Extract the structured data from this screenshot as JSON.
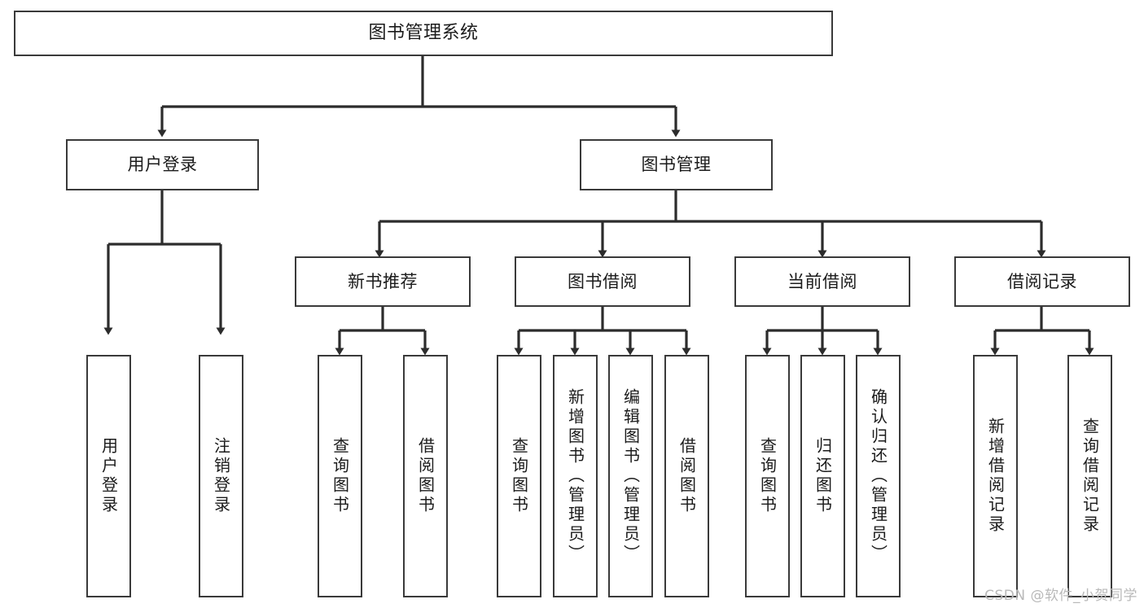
{
  "diagram": {
    "title": "图书管理系统",
    "type": "tree",
    "root": {
      "id": "root",
      "label": "图书管理系统",
      "orientation": "horizontal"
    },
    "level1": [
      {
        "id": "user-login",
        "label": "用户登录",
        "orientation": "horizontal"
      },
      {
        "id": "book-management",
        "label": "图书管理",
        "orientation": "horizontal"
      }
    ],
    "level2": [
      {
        "id": "new-book-recommend",
        "label": "新书推荐",
        "parent": "book-management",
        "orientation": "horizontal"
      },
      {
        "id": "book-borrow",
        "label": "图书借阅",
        "parent": "book-management",
        "orientation": "horizontal"
      },
      {
        "id": "current-borrow",
        "label": "当前借阅",
        "parent": "book-management",
        "orientation": "horizontal"
      },
      {
        "id": "borrow-record",
        "label": "借阅记录",
        "parent": "book-management",
        "orientation": "horizontal"
      }
    ],
    "leaves": [
      {
        "id": "leaf-user-login",
        "label": "用户登录",
        "parent": "user-login",
        "orientation": "vertical"
      },
      {
        "id": "leaf-logout",
        "label": "注销登录",
        "parent": "user-login",
        "orientation": "vertical"
      },
      {
        "id": "leaf-query-book-1",
        "label": "查询图书",
        "parent": "new-book-recommend",
        "orientation": "vertical"
      },
      {
        "id": "leaf-borrow-book-1",
        "label": "借阅图书",
        "parent": "new-book-recommend",
        "orientation": "vertical"
      },
      {
        "id": "leaf-query-book-2",
        "label": "查询图书",
        "parent": "book-borrow",
        "orientation": "vertical"
      },
      {
        "id": "leaf-add-book",
        "label": "新增图书（管理员）",
        "parent": "book-borrow",
        "orientation": "vertical"
      },
      {
        "id": "leaf-edit-book",
        "label": "编辑图书（管理员）",
        "parent": "book-borrow",
        "orientation": "vertical"
      },
      {
        "id": "leaf-borrow-book-2",
        "label": "借阅图书",
        "parent": "book-borrow",
        "orientation": "vertical"
      },
      {
        "id": "leaf-query-book-3",
        "label": "查询图书",
        "parent": "current-borrow",
        "orientation": "vertical"
      },
      {
        "id": "leaf-return-book",
        "label": "归还图书",
        "parent": "current-borrow",
        "orientation": "vertical"
      },
      {
        "id": "leaf-confirm-return",
        "label": "确认归还（管理员）",
        "parent": "current-borrow",
        "orientation": "vertical"
      },
      {
        "id": "leaf-add-record",
        "label": "新增借阅记录",
        "parent": "borrow-record",
        "orientation": "vertical"
      },
      {
        "id": "leaf-query-record",
        "label": "查询借阅记录",
        "parent": "borrow-record",
        "orientation": "vertical"
      }
    ],
    "watermark": "CSDN @软件_小贺同学",
    "colors": {
      "stroke": "#3a3a3a",
      "fill": "#ffffff",
      "text": "#1b1b1b",
      "watermark": "#b9b9b9"
    }
  }
}
